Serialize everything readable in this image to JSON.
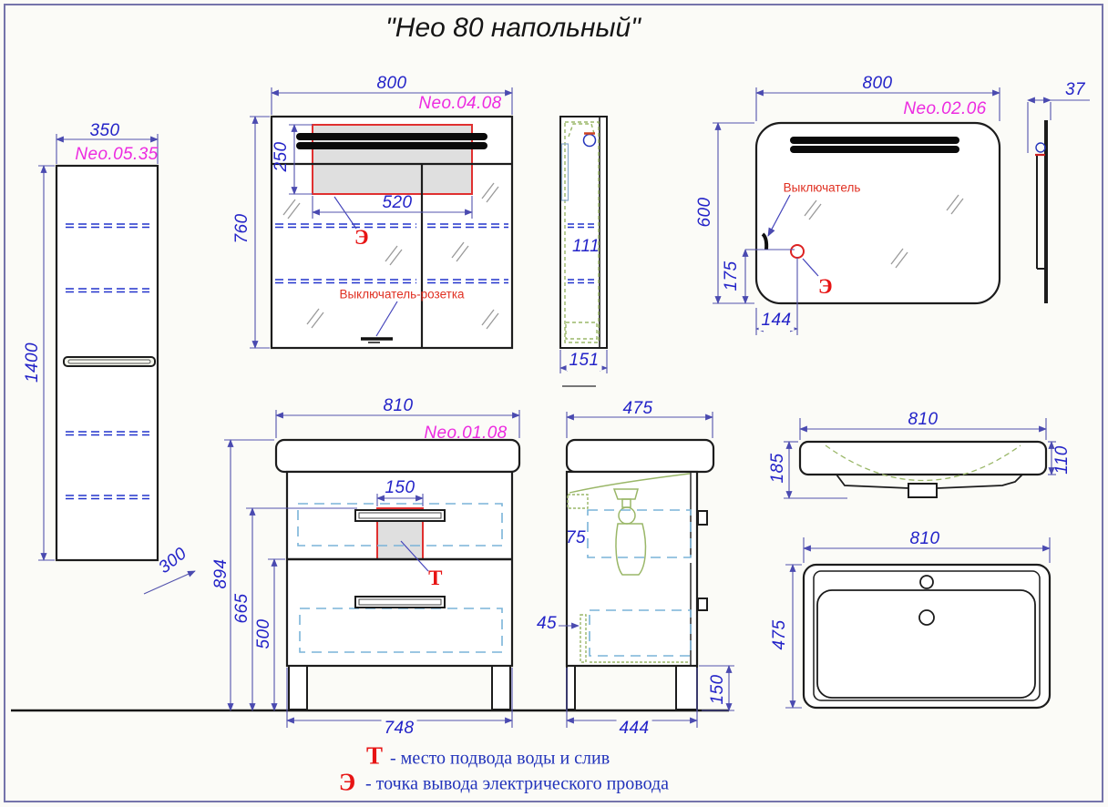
{
  "title": "\"Нео 80 напольный\"",
  "views": {
    "tall_cabinet": {
      "model": "Neo.05.35",
      "dims": {
        "width": "350",
        "height": "1400",
        "depth": "300"
      }
    },
    "mirror_cabinet": {
      "model": "Neo.04.08",
      "dims": {
        "width": "800",
        "height": "760",
        "lamp_zone_width": "520",
        "lamp_zone_height": "250",
        "side_inner": "111",
        "side_depth": "151"
      },
      "labels": {
        "switch": "Выключатель-розетка",
        "electric_marker": "Э"
      }
    },
    "mirror": {
      "model": "Neo.02.06",
      "dims": {
        "width": "800",
        "height": "600",
        "marker_offset_y": "175",
        "marker_offset_x": "144",
        "side_depth": "37"
      },
      "labels": {
        "switch": "Выключатель",
        "electric_marker": "Э"
      }
    },
    "vanity": {
      "model": "Neo.01.08",
      "dims": {
        "width": "810",
        "height": "894",
        "dim_665": "665",
        "dim_500": "500",
        "base_width": "748",
        "cutout_width": "150",
        "side_depth": "475",
        "inner_top": "75",
        "inner_bottom": "45",
        "side_base": "444",
        "leg_height": "150"
      },
      "labels": {
        "water_marker": "Т"
      }
    },
    "sink_front": {
      "dims": {
        "width": "810",
        "height": "185",
        "edge": "110"
      }
    },
    "sink_top": {
      "dims": {
        "width": "810",
        "depth": "475"
      }
    }
  },
  "legend": {
    "water_symbol": "Т",
    "water_text": "- место подвода воды и слив",
    "electric_symbol": "Э",
    "electric_text": "- точка вывода электрического провода"
  },
  "colors": {
    "dimension_text": "#2323c8",
    "model_text": "#ec2be0",
    "accent_red": "#e71414",
    "drawer_dash": "#7ab4d8",
    "internal_green": "#9ab768",
    "page_border": "#7574ab"
  }
}
